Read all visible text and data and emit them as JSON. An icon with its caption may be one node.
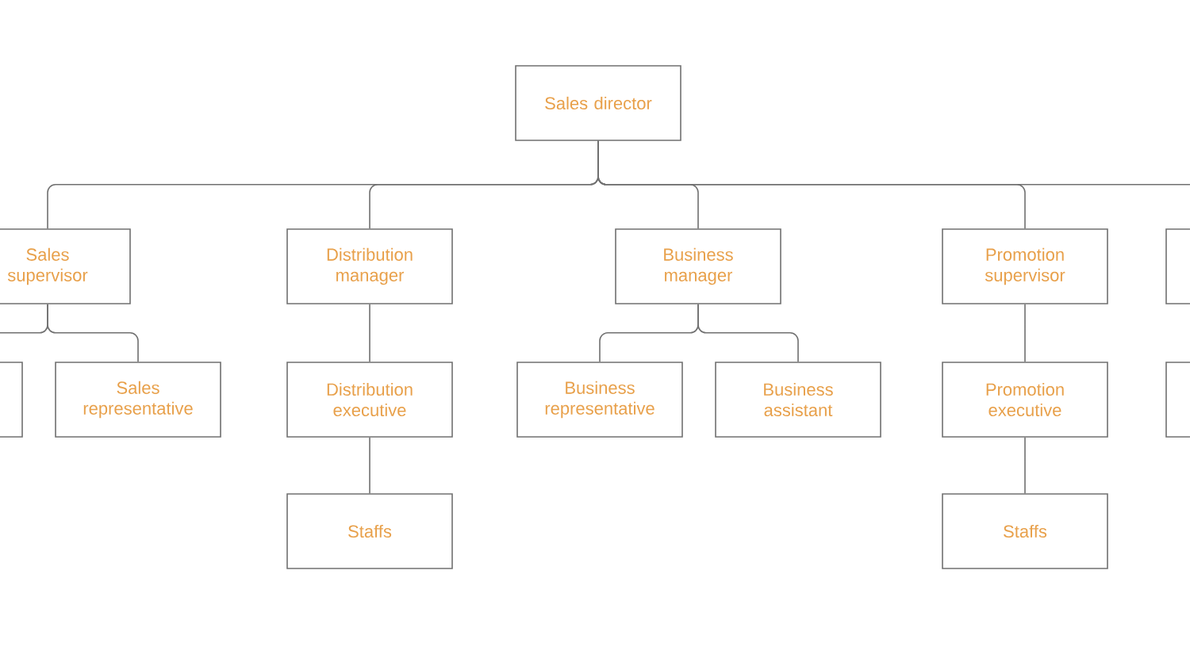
{
  "diagram": {
    "nodes": [
      {
        "text": [
          "Sales director"
        ]
      },
      {
        "text": [
          "Sales supervisor"
        ]
      },
      {
        "text": [
          "Distribution manager"
        ]
      },
      {
        "text": [
          "Business manager"
        ]
      },
      {
        "text": [
          "Promotion supervisor"
        ]
      },
      {
        "text": [],
        "shape": "box"
      },
      {
        "text": [],
        "shape": "box"
      },
      {
        "text": [
          "Sales representative"
        ]
      },
      {
        "text": [
          "Distribution executive"
        ]
      },
      {
        "text": [
          "Business representative"
        ]
      },
      {
        "text": [
          "Business assistant"
        ]
      },
      {
        "text": [
          "Promotion executive"
        ]
      },
      {
        "text": [],
        "shape": "box"
      },
      {
        "text": [
          "Staffs"
        ]
      },
      {
        "text": [
          "Staffs"
        ]
      }
    ],
    "edges": [
      {
        "from": 0,
        "to": 1,
        "arrow": "none"
      },
      {
        "from": 0,
        "to": 2,
        "arrow": "none"
      },
      {
        "from": 0,
        "to": 3,
        "arrow": "none"
      },
      {
        "from": 0,
        "to": 4,
        "arrow": "none"
      },
      {
        "from": 0,
        "to": 5,
        "arrow": "none"
      },
      {
        "from": 1,
        "to": 6,
        "arrow": "none"
      },
      {
        "from": 1,
        "to": 7,
        "arrow": "none"
      },
      {
        "from": 2,
        "to": 8,
        "arrow": "none"
      },
      {
        "from": 3,
        "to": 9,
        "arrow": "none"
      },
      {
        "from": 3,
        "to": 10,
        "arrow": "none"
      },
      {
        "from": 4,
        "to": 11,
        "arrow": "none"
      },
      {
        "from": 8,
        "to": 13,
        "arrow": "none"
      },
      {
        "from": 11,
        "to": 14,
        "arrow": "none"
      }
    ]
  }
}
